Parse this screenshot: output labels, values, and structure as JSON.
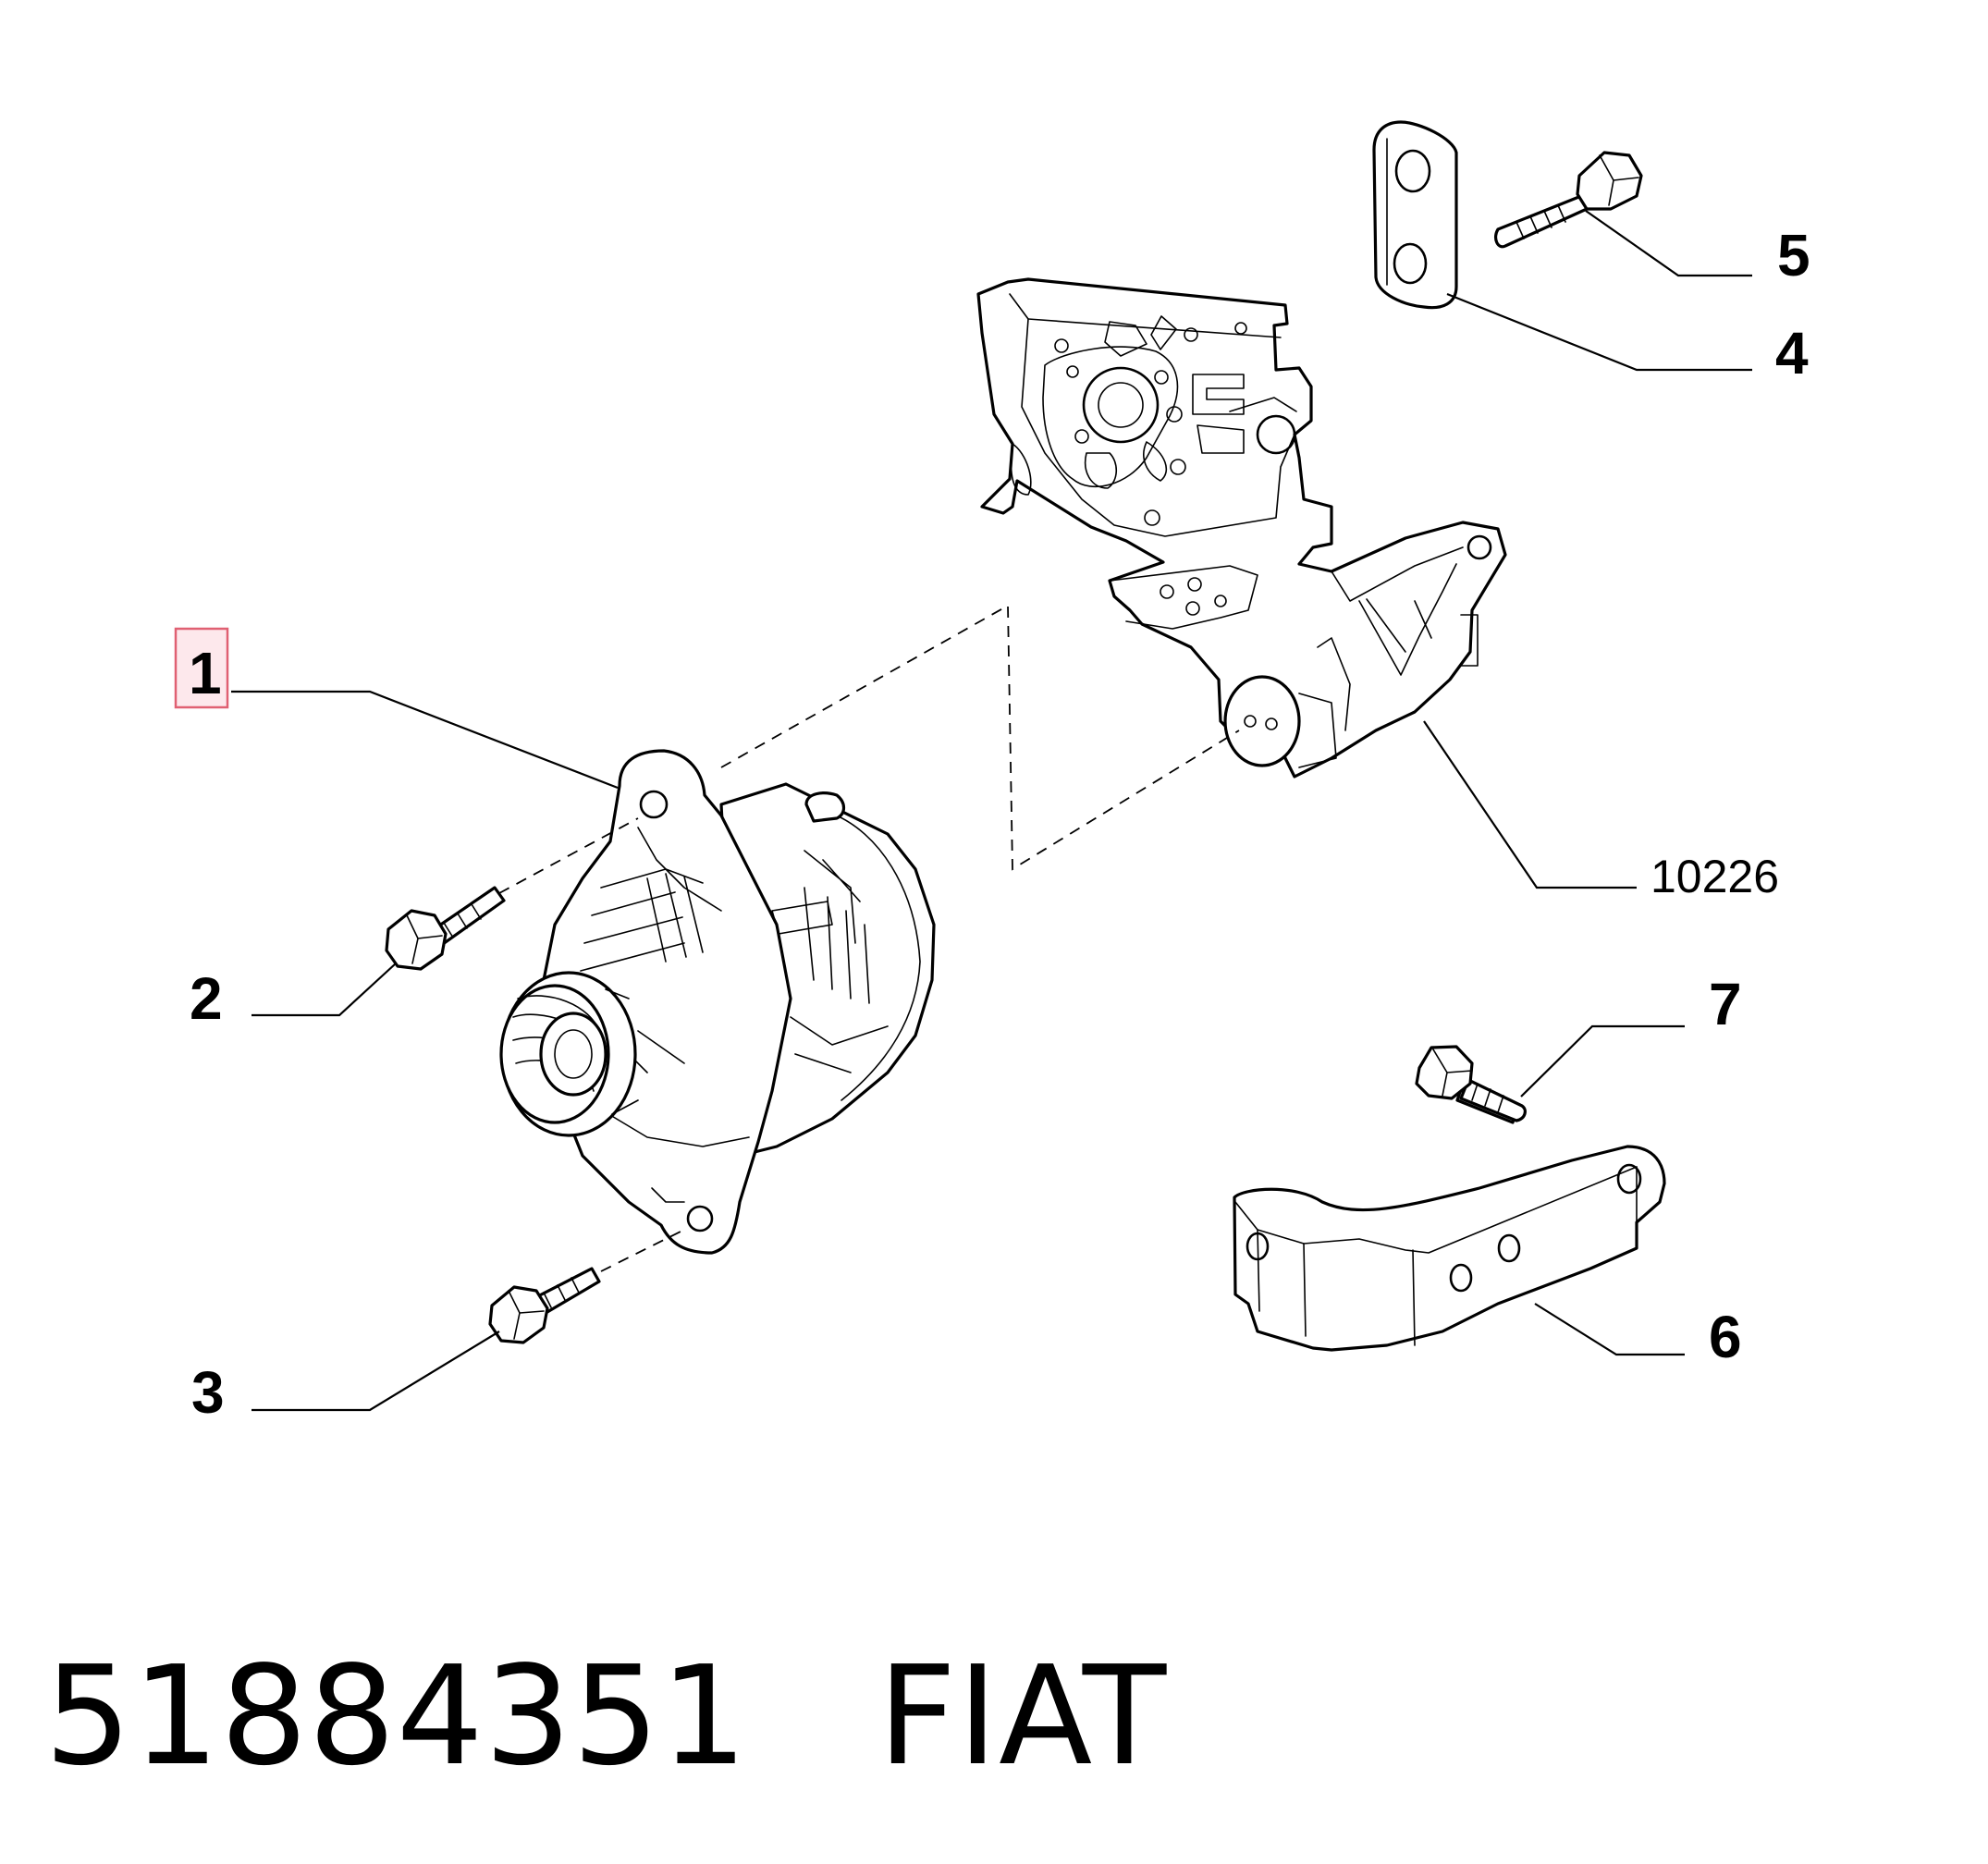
{
  "callouts": {
    "c1": "1",
    "c2": "2",
    "c3": "3",
    "c4": "4",
    "c5": "5",
    "c6": "6",
    "c7": "7",
    "c10226": "10226"
  },
  "caption": {
    "part_number": "51884351",
    "brand": "FIAT"
  },
  "colors": {
    "highlight_fill": "#fde8ec",
    "highlight_stroke": "#e06072",
    "line": "#000000",
    "background": "#ffffff"
  }
}
